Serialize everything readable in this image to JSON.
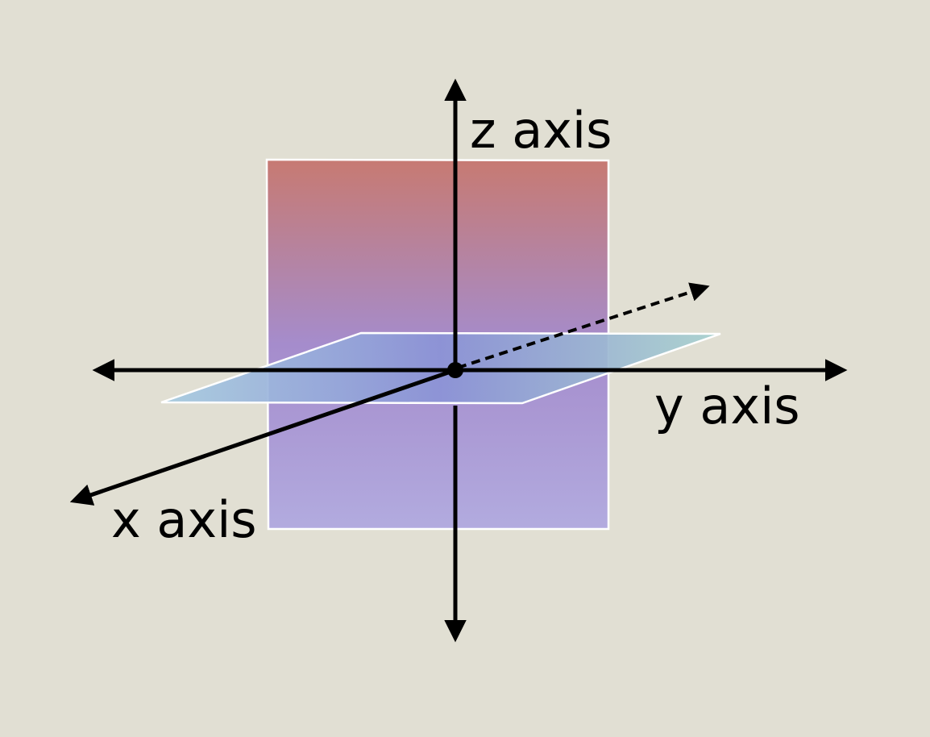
{
  "labels": {
    "z_axis": "z axis",
    "y_axis": "y axis",
    "x_axis": "x axis"
  },
  "colors": {
    "background": "#e1dfd3",
    "vertical_plane_top": "#c77a72",
    "vertical_plane_mid": "#a58ccc",
    "vertical_plane_bottom": "#b2abdf",
    "horizontal_plane_left": "#a6cbe0",
    "horizontal_plane_center": "#8b93d6",
    "horizontal_plane_right": "#a8d2cf",
    "plane_border": "#ffffff",
    "axis": "#000000"
  },
  "icons": {
    "origin": "origin-dot-icon",
    "arrowheads": "arrowhead-icon"
  }
}
